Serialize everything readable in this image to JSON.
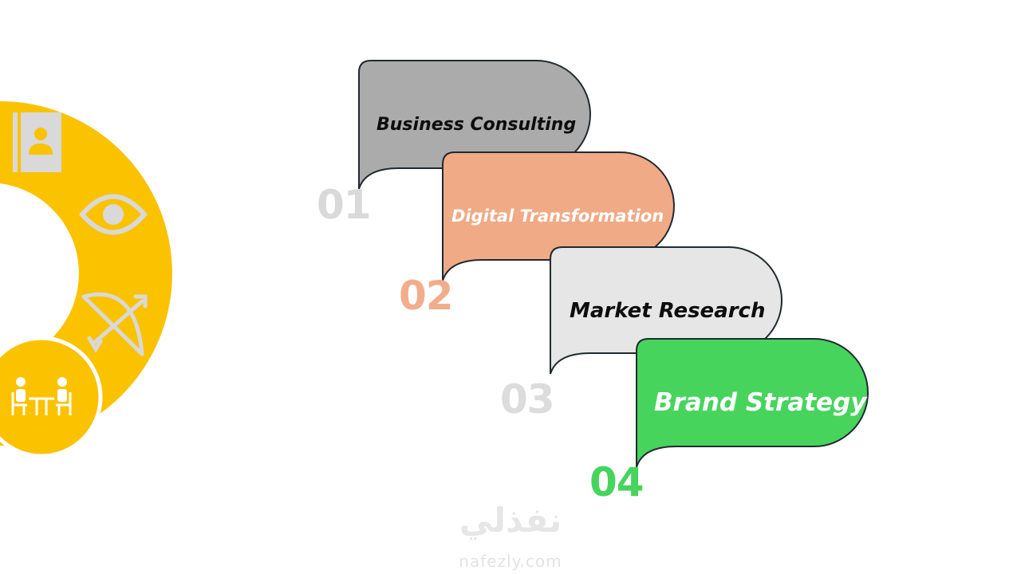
{
  "steps": [
    {
      "number": "01",
      "label": "Business Consulting",
      "fill": "#ababab",
      "text_color": "#0d0d0d",
      "number_color": "#d9d9d9"
    },
    {
      "number": "02",
      "label": "Digital Transformation",
      "fill": "#f0aa85",
      "text_color": "#ffffff",
      "number_color": "#f1ad8c"
    },
    {
      "number": "03",
      "label": "Market Research",
      "fill": "#e6e6e6",
      "text_color": "#0d0d0d",
      "number_color": "#dcdcdc"
    },
    {
      "number": "04",
      "label": "Brand Strategy",
      "fill": "#47d45d",
      "text_color": "#ffffff",
      "number_color": "#47d45d"
    }
  ],
  "ring": {
    "color": "#fbc200",
    "icon_color": "#d9d9d9",
    "icons": [
      "contact-book-icon",
      "eye-icon",
      "bow-and-arrow-icon",
      "meeting-icon"
    ]
  },
  "watermark": {
    "arabic": "نفذلي",
    "latin": "nafezly.com"
  }
}
